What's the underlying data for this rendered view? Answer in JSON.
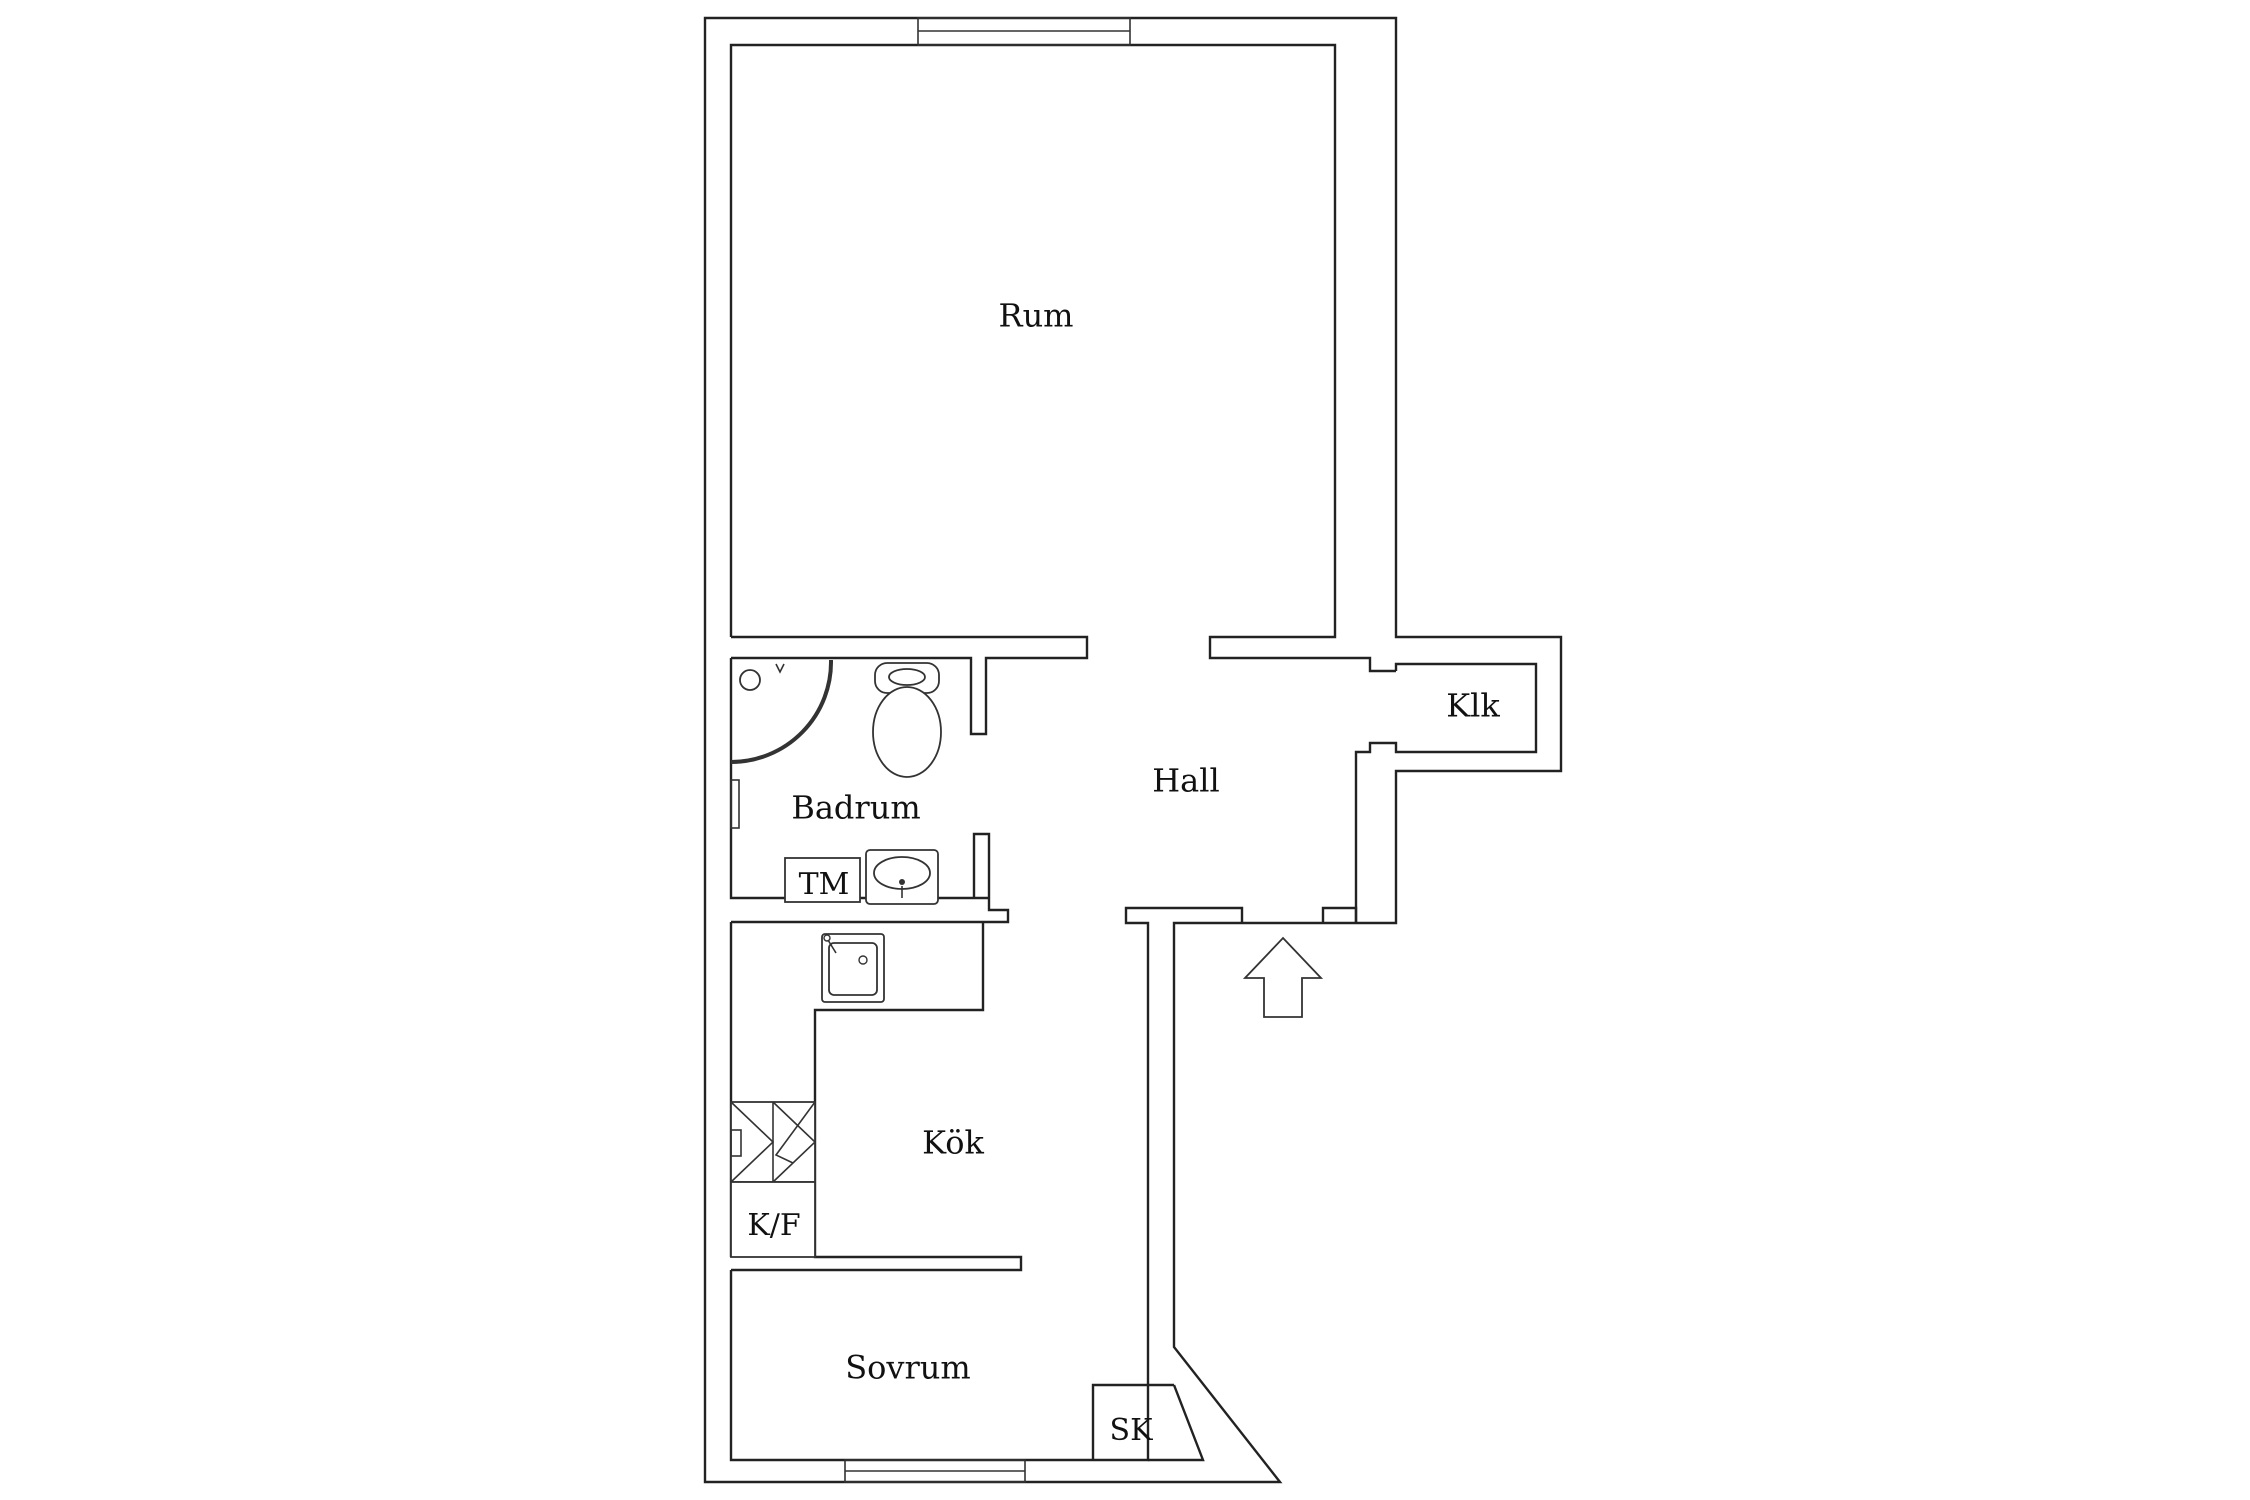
{
  "rooms": {
    "rum": "Rum",
    "hall": "Hall",
    "klk": "Klk",
    "badrum": "Badrum",
    "tm": "TM",
    "kok": "Kök",
    "kf": "K/F",
    "sovrum": "Sovrum",
    "sk": "SK"
  }
}
